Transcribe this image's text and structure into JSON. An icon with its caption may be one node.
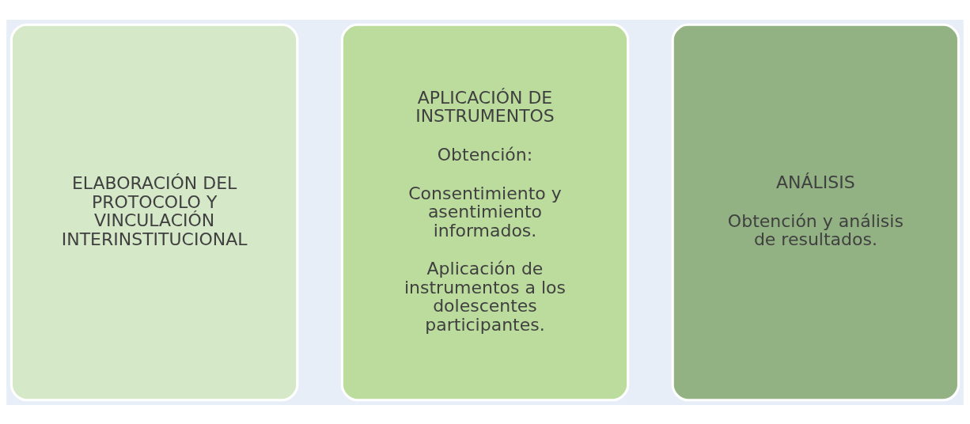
{
  "diagram": {
    "nodes": [
      {
        "text": [
          "ELABORACIÓN DEL PROTOCOLO Y VINCULACIÓN INTERINSTITUCIONAL"
        ]
      },
      {
        "text": [
          "APLICACIÓN DE INSTRUMENTOS",
          "Obtención:",
          "Consentimiento y asentimiento informados.",
          "Aplicación de instrumentos a los dolescentes participantes."
        ]
      },
      {
        "text": [
          "ANÁLISIS",
          "Obtención y análisis de resultados."
        ]
      }
    ],
    "edges": []
  }
}
